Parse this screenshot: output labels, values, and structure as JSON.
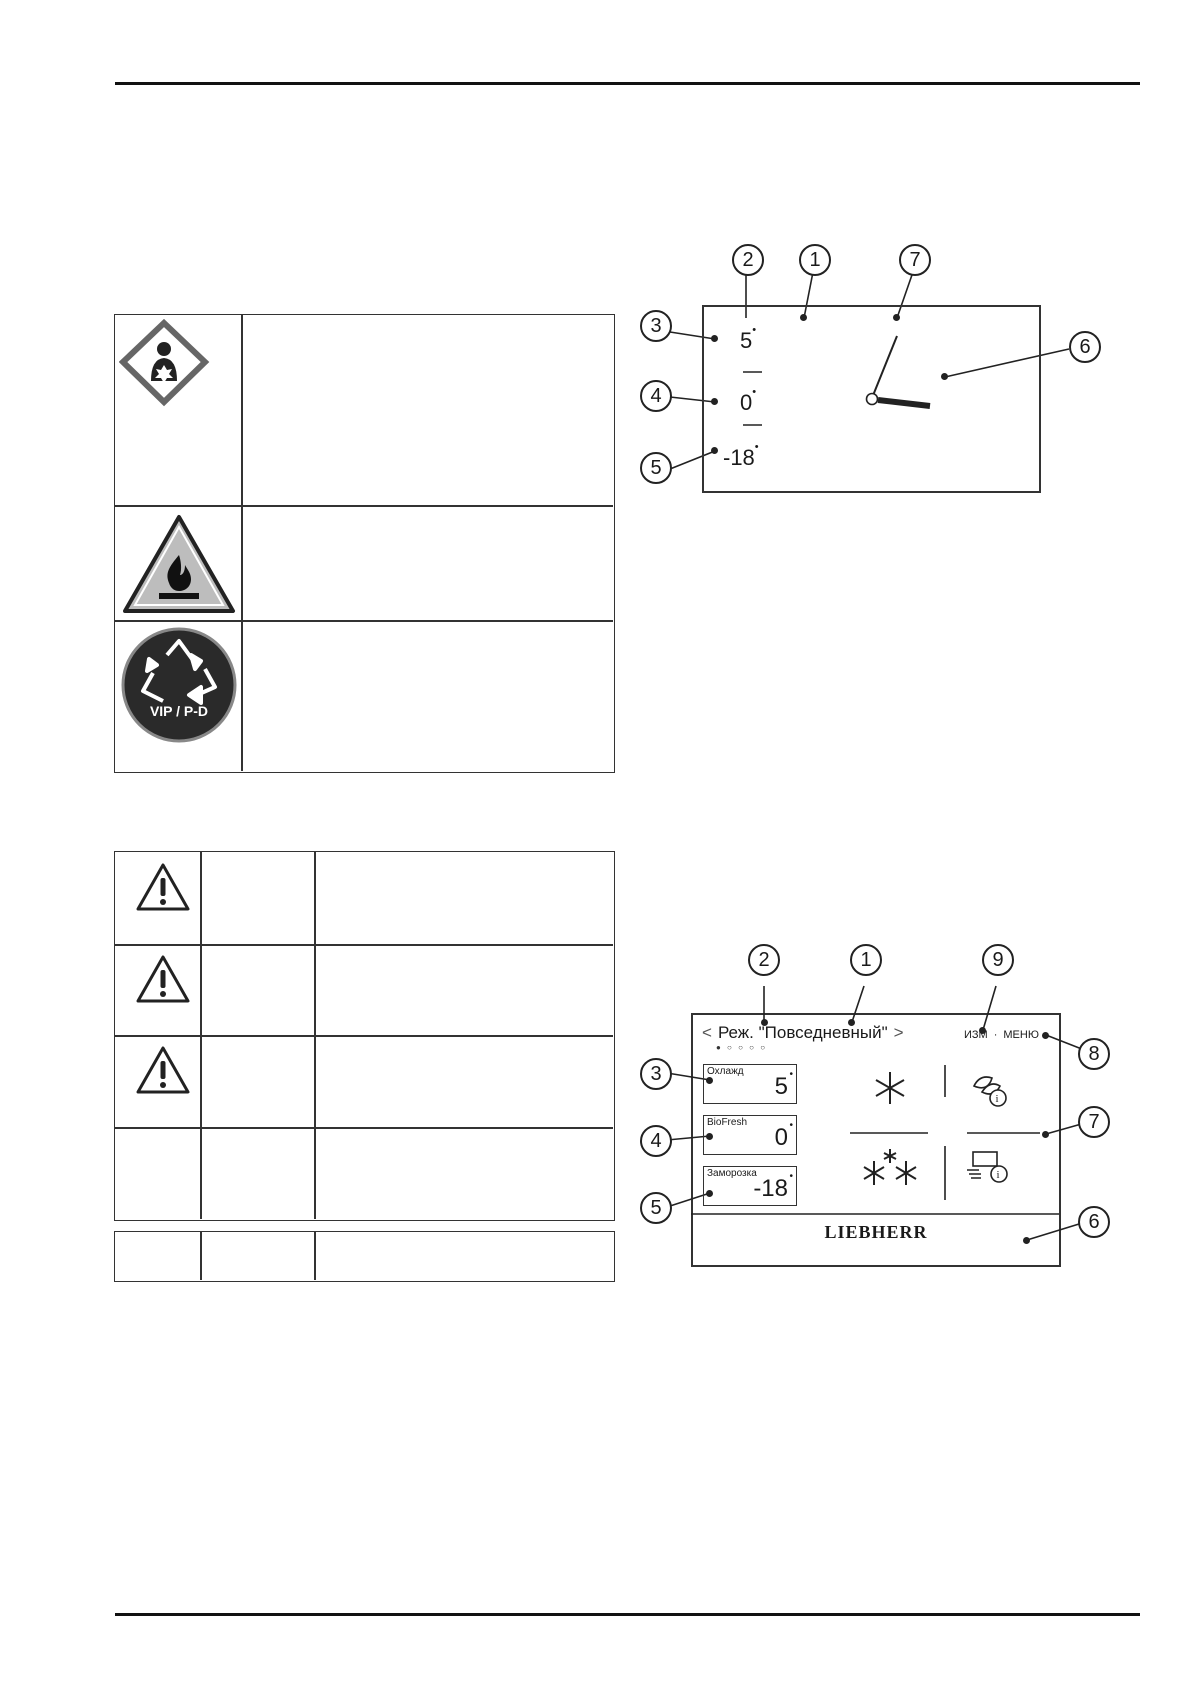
{
  "figure1": {
    "callouts": [
      "2",
      "1",
      "7",
      "3",
      "4",
      "5",
      "6"
    ],
    "temps": {
      "t1": "5",
      "t2": "0",
      "t3": "-18"
    },
    "degree": "°"
  },
  "symbols_table": {
    "rows": [
      {
        "icon": "health-hazard-icon"
      },
      {
        "icon": "flammable-icon"
      },
      {
        "icon": "recycling-icon",
        "label": "VIP / P-D"
      }
    ]
  },
  "warnings_table": {
    "rows": [
      {
        "icon": "warning-triangle-icon"
      },
      {
        "icon": "warning-triangle-icon"
      },
      {
        "icon": "warning-triangle-icon"
      },
      {
        "icon": ""
      }
    ]
  },
  "figure2": {
    "callouts": [
      "2",
      "1",
      "9",
      "3",
      "8",
      "4",
      "7",
      "5",
      "6"
    ],
    "header": {
      "prev": "<",
      "mode": "Реж. \"Повседневный\"",
      "next": ">",
      "edit": "ИЗМ",
      "separator": "·",
      "menu": "МЕНЮ"
    },
    "zones": [
      {
        "label": "Охлажд",
        "value": "5"
      },
      {
        "label": "BioFresh",
        "value": "0"
      },
      {
        "label": "Заморозка",
        "value": "-18"
      }
    ],
    "brand": "LIEBHERR",
    "degree": "°"
  }
}
